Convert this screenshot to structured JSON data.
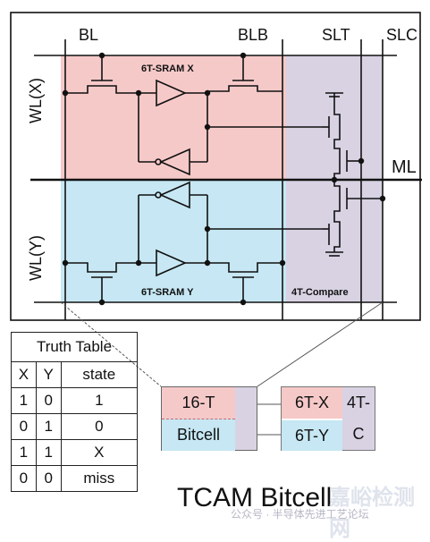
{
  "colors": {
    "sram_x_fill": "#f6c9c9",
    "sram_y_fill": "#c6e7f3",
    "compare_fill": "#d8d2e3",
    "line": "#111111"
  },
  "schematic": {
    "bl": "BL",
    "blb": "BLB",
    "slt": "SLT",
    "slc": "SLC",
    "wl_x": "WL(X)",
    "wl_y": "WL(Y)",
    "ml": "ML",
    "sram_x": "6T-SRAM X",
    "sram_y": "6T-SRAM Y",
    "compare": "4T-Compare"
  },
  "truth_table": {
    "title": "Truth Table",
    "headers": [
      "X",
      "Y",
      "state"
    ],
    "rows": [
      [
        "1",
        "0",
        "1"
      ],
      [
        "0",
        "1",
        "0"
      ],
      [
        "1",
        "1",
        "X"
      ],
      [
        "0",
        "0",
        "miss"
      ]
    ]
  },
  "bitcell_box": {
    "top": "16-T",
    "bottom": "Bitcell"
  },
  "split_box": {
    "x": "6T-X",
    "y": "6T-Y",
    "c_top": "4T-",
    "c_bottom": "C"
  },
  "title": "TCAM Bitcell",
  "watermark": "公众号 · 半导体先进工艺论坛",
  "watermark_big": "嘉峪检测网"
}
